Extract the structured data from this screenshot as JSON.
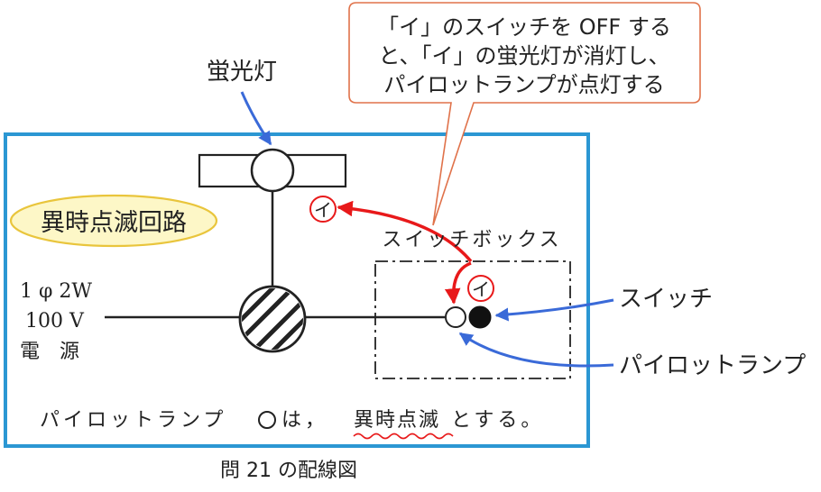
{
  "callout": {
    "line1": "「イ」のスイッチを OFF する",
    "line2": "と、「イ」の蛍光灯が消灯し、",
    "line3": "パイロットランプが点灯する"
  },
  "labels": {
    "fluorescent": "蛍光灯",
    "circuit_name": "異時点滅回路",
    "switchbox": "スイッチボックス",
    "switch": "スイッチ",
    "pilot_lamp": "パイロットランプ",
    "source_line1": "1 φ 2W",
    "source_line2": "100 V",
    "source_line3": "電　源",
    "marker_lamp": "イ",
    "marker_switch": "イ",
    "note_prefix": "パイロットランプ",
    "note_mid": "は，",
    "note_emph": "異時点滅",
    "note_suffix": "とする。",
    "caption": "問 21 の配線図"
  },
  "colors": {
    "frame": "#2b97d3",
    "callout_border": "#e0724a",
    "arrow_blue": "#3a6ad8",
    "arrow_red": "#e8191a",
    "badge_fill": "#fdf7c7",
    "badge_border": "#e9c53c"
  }
}
